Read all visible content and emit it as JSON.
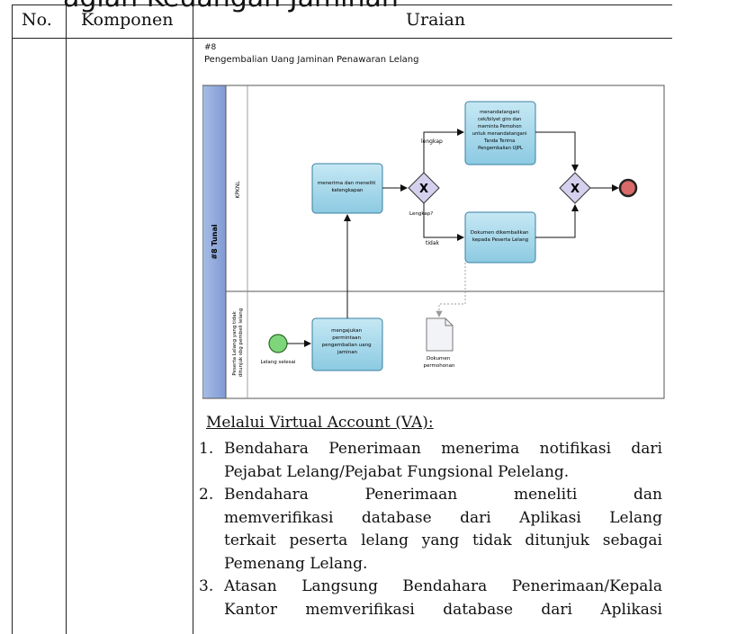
{
  "header_cut_text": "agian Keuangan Jaminan",
  "table": {
    "headers": [
      "No.",
      "Komponen",
      "Uraian"
    ]
  },
  "diagram": {
    "number": "#8",
    "title": "Pengembalian Uang Jaminan Penawaran Lelang",
    "pool": "#8 Tunai",
    "lanes": [
      "KPKNL",
      "Peserta Lelang yang tidak ditunjuk sbg pembeli lelang"
    ],
    "tasks": {
      "menerima": [
        "menerima dan meneliti",
        "kelengkapan"
      ],
      "menandatangani": [
        "menandatangani",
        "cek/bilyet giro dan",
        "meminta Pemohon",
        "untuk menandatangani",
        "Tanda Terima",
        "Pengembalian UJPL"
      ],
      "dikembalikan": [
        "Dokumen dikembalikan",
        "kepada Peserta Lelang"
      ],
      "mengajukan": [
        "mengajukan",
        "permintaan",
        "pengembalian uang",
        "jaminan"
      ]
    },
    "gateway_label": "Lengkap?",
    "flow_labels": {
      "yes": "lengkap",
      "no": "tidak"
    },
    "start_label": "Lelang selesai",
    "data_object": [
      "Dokumen",
      "permohonan"
    ]
  },
  "section_title": "Melalui Virtual Account (VA):",
  "items": [
    {
      "num": "1.",
      "lines": [
        "Bendahara Penerimaan menerima notifikasi dari",
        "Pejabat Lelang/Pejabat Fungsional Pelelang."
      ]
    },
    {
      "num": "2.",
      "lines": [
        "Bendahara Penerimaan meneliti dan",
        "memverifikasi database dari Aplikasi Lelang",
        "terkait peserta lelang yang tidak ditunjuk sebagai",
        "Pemenang Lelang."
      ]
    },
    {
      "num": "3.",
      "lines": [
        "Atasan Langsung Bendahara Penerimaan/Kepala",
        "Kantor memverifikasi database dari Aplikasi"
      ]
    }
  ],
  "colors": {
    "task_fill": "#a8d8ea",
    "task_stroke": "#3a7fa0",
    "pool_band": "#8fa9dc",
    "start": "#7ed67a",
    "end": "#d86a6a",
    "gateway": "#c9c4e8"
  }
}
